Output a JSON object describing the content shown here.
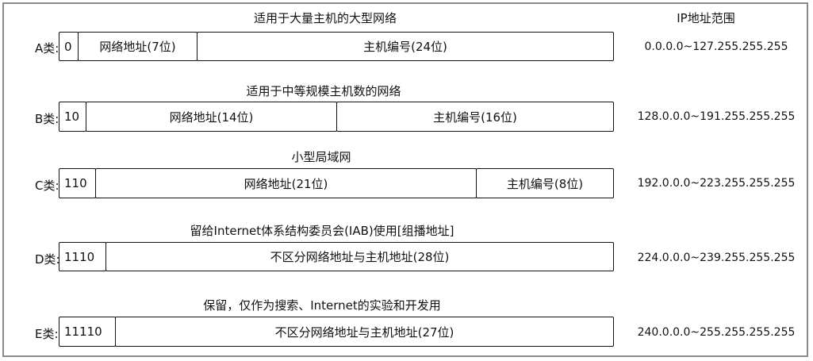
{
  "header": {
    "range_title": "IP地址范围"
  },
  "classes": [
    {
      "label": "A类:",
      "caption": "适用于大量主机的大型网络",
      "prefix": "0",
      "segments": [
        "网络地址(7位)",
        "主机编号(24位)"
      ],
      "range": "0.0.0.0~127.255.255.255"
    },
    {
      "label": "B类:",
      "caption": "适用于中等规模主机数的网络",
      "prefix": "10",
      "segments": [
        "网络地址(14位)",
        "主机编号(16位)"
      ],
      "range": "128.0.0.0~191.255.255.255"
    },
    {
      "label": "C类:",
      "caption": "小型局域网",
      "prefix": "110",
      "segments": [
        "网络地址(21位)",
        "主机编号(8位)"
      ],
      "range": "192.0.0.0~223.255.255.255"
    },
    {
      "label": "D类:",
      "caption": "留给Internet体系结构委员会(IAB)使用[组播地址]",
      "prefix": "1110",
      "segments": [
        "不区分网络地址与主机地址(28位)"
      ],
      "range": "224.0.0.0~239.255.255.255"
    },
    {
      "label": "E类:",
      "caption": "保留，仅作为搜索、Internet的实验和开发用",
      "prefix": "11110",
      "segments": [
        "不区分网络地址与主机地址(27位)"
      ],
      "range": "240.0.0.0~255.255.255.255"
    }
  ]
}
